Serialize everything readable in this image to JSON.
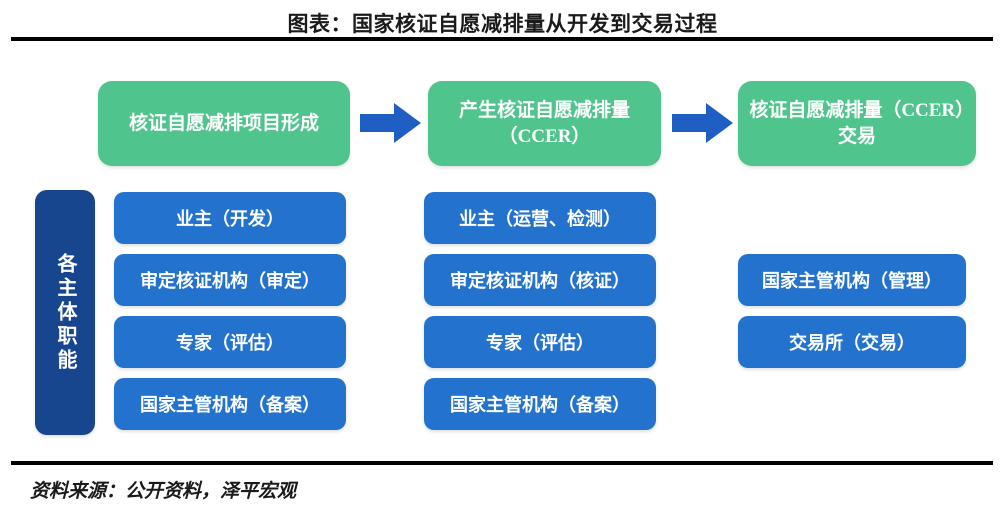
{
  "title": "图表：国家核证自愿减排量从开发到交易过程",
  "source": "资料来源：公开资料，泽平宏观",
  "colors": {
    "stage_green": "#4FC48C",
    "actor_blue": "#2272CE",
    "label_dark_blue": "#17468F",
    "arrow_blue": "#1F5FC4",
    "rule_black": "#000000",
    "text_white": "#FFFFFF"
  },
  "stages": [
    {
      "id": "stage-1",
      "label": "核证自愿减排项目形成"
    },
    {
      "id": "stage-2",
      "label": "产生核证自愿减排量（CCER）"
    },
    {
      "id": "stage-3",
      "label": "核证自愿减排量（CCER）交易"
    }
  ],
  "arrows": [
    {
      "id": "arrow-1",
      "icon": "right-arrow-icon",
      "from": "stage-1",
      "to": "stage-2"
    },
    {
      "id": "arrow-2",
      "icon": "right-arrow-icon",
      "from": "stage-2",
      "to": "stage-3"
    }
  ],
  "role_label": "各主体职能",
  "columns": [
    {
      "id": "column-1",
      "stage_ref": "stage-1",
      "actors": [
        "业主（开发）",
        "审定核证机构（审定）",
        "专家（评估）",
        "国家主管机构（备案）"
      ]
    },
    {
      "id": "column-2",
      "stage_ref": "stage-2",
      "actors": [
        "业主（运营、检测）",
        "审定核证机构（核证）",
        "专家（评估）",
        "国家主管机构（备案）"
      ]
    },
    {
      "id": "column-3",
      "stage_ref": "stage-3",
      "actors": [
        "国家主管机构（管理）",
        "交易所（交易）"
      ]
    }
  ]
}
